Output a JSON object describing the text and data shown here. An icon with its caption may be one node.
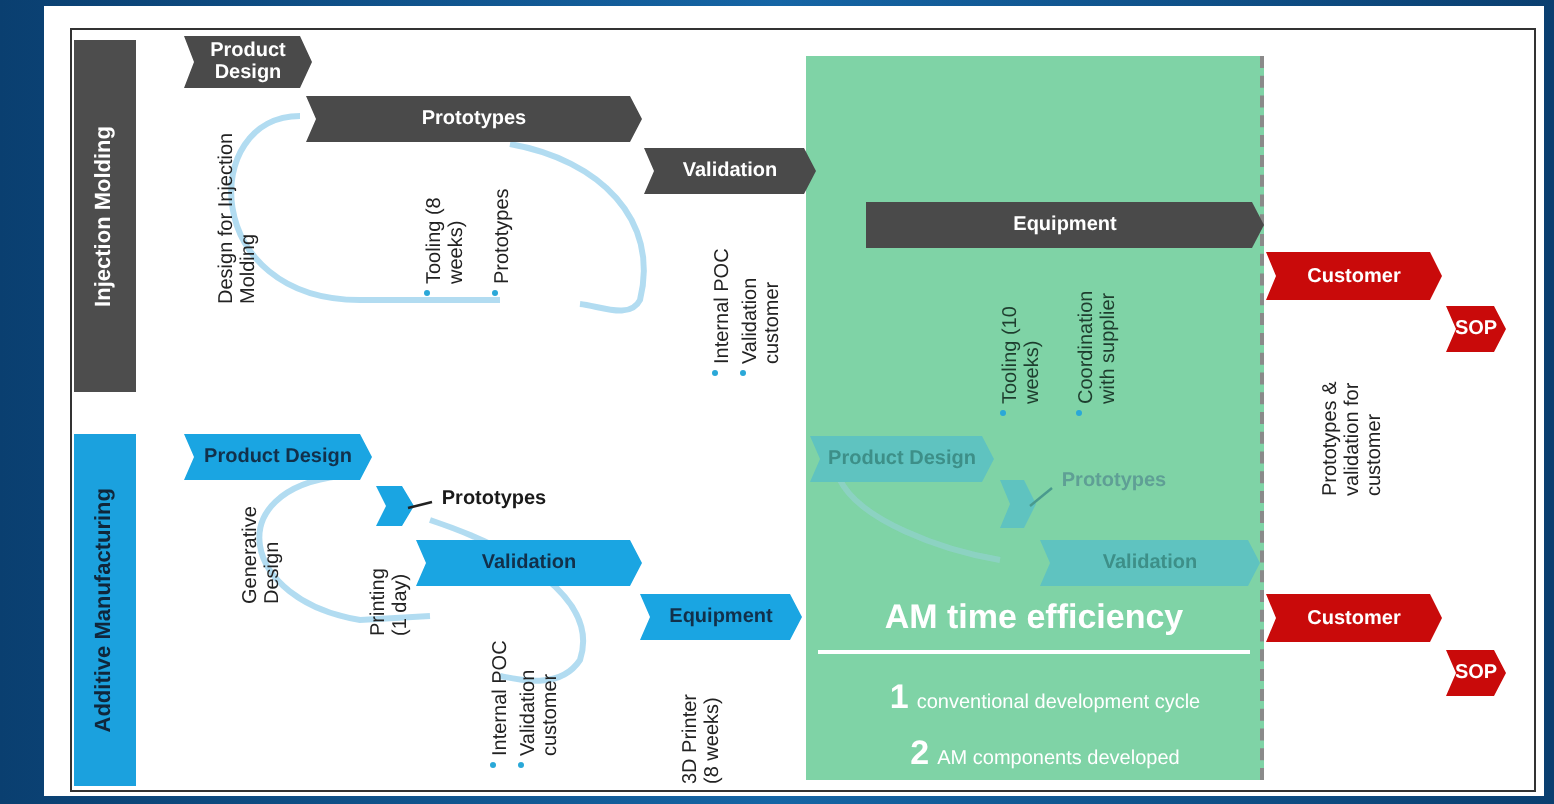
{
  "diagram": {
    "nodes": [
      {
        "text": [
          "Injection Molding"
        ]
      },
      {
        "text": [
          "Product Design"
        ]
      },
      {
        "text": [
          "Prototypes"
        ]
      },
      {
        "text": [
          "Validation"
        ]
      },
      {
        "text": [
          "AM time efficiency"
        ]
      },
      {
        "text": [
          "Equipment"
        ],
        "in": 4
      },
      {
        "text": [
          "Customer"
        ]
      },
      {
        "text": [
          "SOP"
        ]
      },
      {
        "text": [
          "Additive Manufacturing"
        ]
      },
      {
        "text": [
          "Product Design"
        ]
      },
      {
        "text": [
          "Prototypes"
        ]
      },
      {
        "text": [],
        "shape": "box"
      },
      {
        "text": [
          "Validation"
        ]
      },
      {
        "text": [
          "Equipment"
        ]
      },
      {
        "text": [
          "Product Design"
        ],
        "in": 4
      },
      {
        "text": [
          "Prototypes"
        ],
        "in": 4
      },
      {
        "text": [],
        "shape": "box",
        "in": 4
      },
      {
        "text": [
          "Validation"
        ],
        "in": 4
      },
      {
        "text": [
          "Customer"
        ]
      },
      {
        "text": [
          "SOP"
        ]
      }
    ],
    "edges": [
      {
        "from": 10,
        "to": 11,
        "arrow": "none"
      },
      {
        "from": 15,
        "to": 16,
        "arrow": "none",
        "color": "#4a9a8e"
      }
    ],
    "labels": [
      "Design for Injection Molding",
      "Tooling (8 weeks)",
      "Prototypes",
      "Internal POC",
      "Validation customer",
      "Tooling (10 weeks)",
      "Coordination with supplier",
      "Prototypes & validation for customer",
      "Generative Design",
      "Printing (1 day)",
      "Internal POC",
      "Validation customer",
      "3D Printer (8 weeks)",
      "1",
      "conventional development cycle",
      "2",
      "AM components developed"
    ]
  }
}
